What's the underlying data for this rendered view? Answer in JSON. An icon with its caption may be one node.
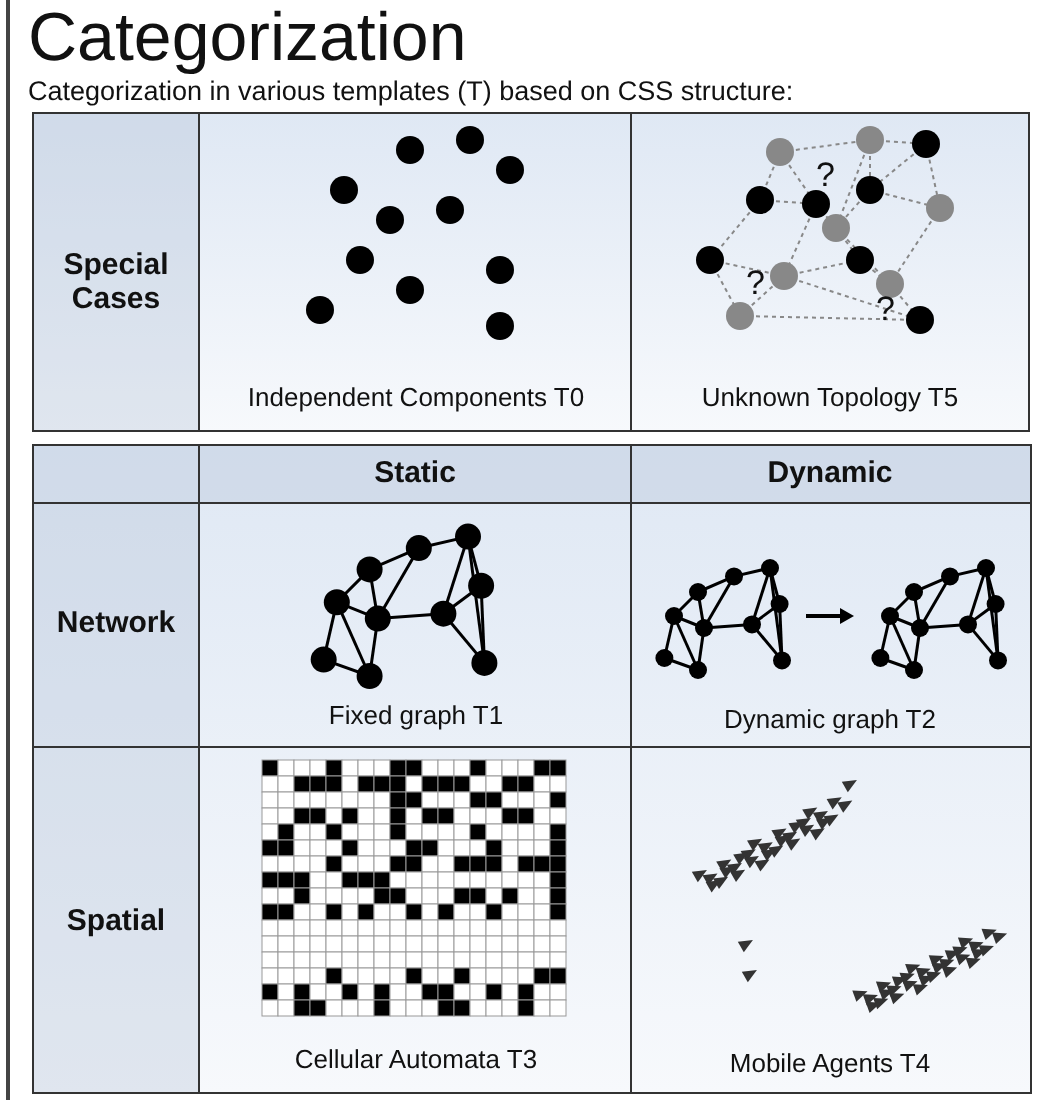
{
  "diagram": {
    "title": "Categorization",
    "caption": "Categorization in various templates (T) based on CSS structure:",
    "labels": [
      "Special Cases",
      "Independent Components T0",
      "?",
      "?",
      "?",
      "Unknown Topology T5",
      "Static",
      "Dynamic",
      "Network",
      "Fixed graph T1",
      "Dynamic graph T2",
      "Spatial",
      "Cellular Automata T3",
      "Mobile Agents T4"
    ]
  }
}
